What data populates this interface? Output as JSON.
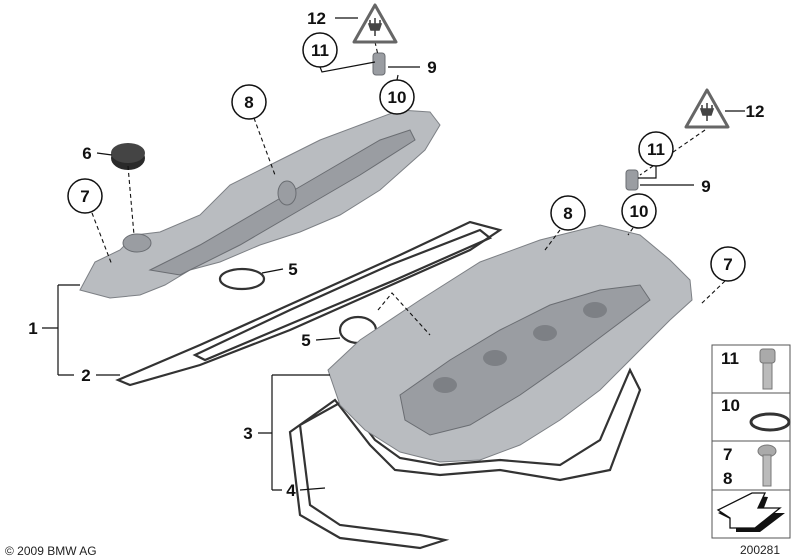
{
  "callouts": {
    "c12a": "12",
    "c11a": "11",
    "c9a": "9",
    "c10a": "10",
    "c8a": "8",
    "c6": "6",
    "c7a": "7",
    "c5a": "5",
    "c5b": "5",
    "c1": "1",
    "c2": "2",
    "c3": "3",
    "c4": "4",
    "c8b": "8",
    "c10b": "10",
    "c11b": "11",
    "c9b": "9",
    "c12b": "12",
    "c7b": "7"
  },
  "legend": {
    "box1": "11",
    "box2": "10",
    "box3a": "7",
    "box3b": "8"
  },
  "icons": {
    "triangle": "electrical-plug-warning-icon",
    "arrow": "direction-arrow-icon"
  },
  "footer": {
    "copyright": "© 2009 BMW AG",
    "diagram_number": "200281"
  }
}
